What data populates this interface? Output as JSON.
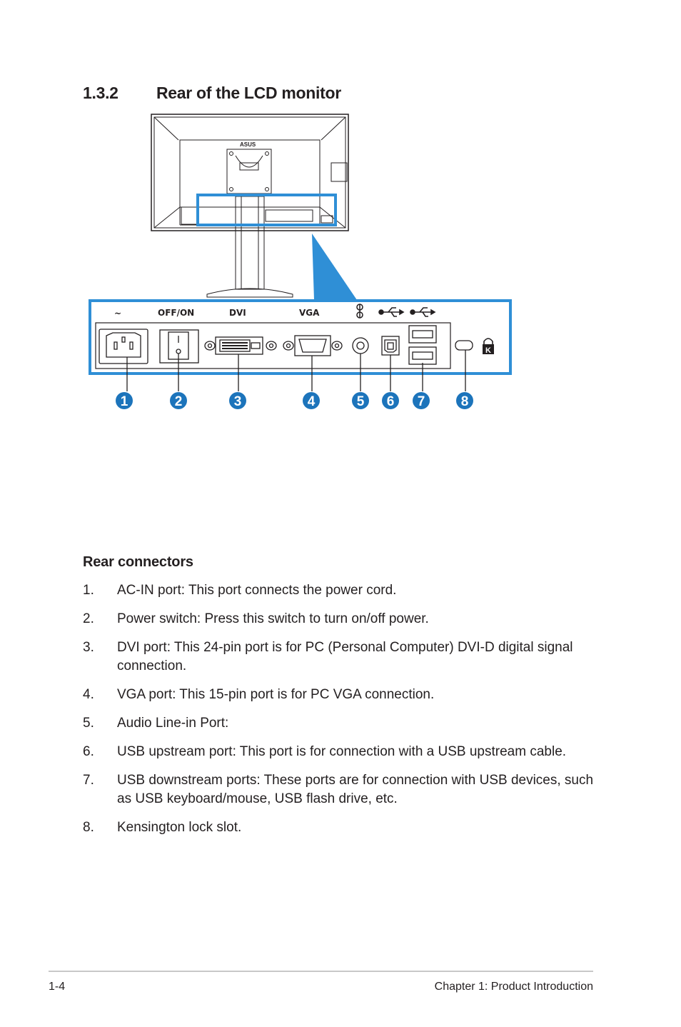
{
  "section": {
    "number": "1.3.2",
    "title": "Rear of the LCD monitor"
  },
  "figure": {
    "brand_logo": "ASUS",
    "panel_labels": {
      "power": "~",
      "switch": "OFF/ON",
      "dvi": "DVI",
      "vga": "VGA"
    },
    "callouts": [
      "1",
      "2",
      "3",
      "4",
      "5",
      "6",
      "7",
      "8"
    ],
    "lock_badge": "K",
    "colors": {
      "highlight_blue": "#2f8fd6",
      "callout_blue": "#1c74bb",
      "line": "#231f20"
    }
  },
  "rear_connectors": {
    "heading": "Rear connectors",
    "items": [
      {
        "n": "1.",
        "text": "AC-IN port: This port connects the power cord."
      },
      {
        "n": "2.",
        "text": "Power switch: Press this switch to turn on/off power."
      },
      {
        "n": "3.",
        "text": "DVI port: This 24-pin port is for PC (Personal Computer) DVI-D digital signal connection."
      },
      {
        "n": "4.",
        "text": "VGA port: This 15-pin port is for PC VGA connection."
      },
      {
        "n": "5.",
        "text": "Audio Line-in Port:"
      },
      {
        "n": "6.",
        "text": "USB upstream port: This port is for connection with a USB upstream cable."
      },
      {
        "n": "7.",
        "text": "USB downstream ports: These ports are for connection with USB devices, such as USB keyboard/mouse, USB flash drive, etc."
      },
      {
        "n": "8.",
        "text": "Kensington lock slot."
      }
    ]
  },
  "footer": {
    "page": "1-4",
    "chapter": "Chapter 1: Product Introduction"
  }
}
